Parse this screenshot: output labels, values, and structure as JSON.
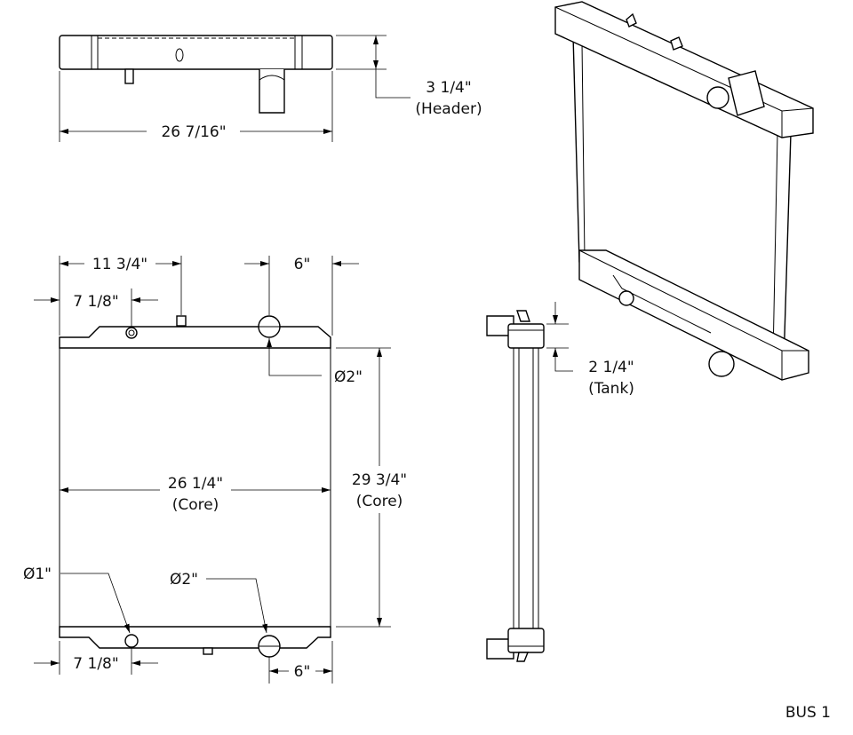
{
  "drawing": {
    "title": "BUS 1",
    "top_view": {
      "width_label": "26 7/16\"",
      "header_label": "3 1/4\"",
      "header_note": "(Header)"
    },
    "front_view": {
      "inlet_offset_label": "11 3/4\"",
      "right_offset_top_label": "6\"",
      "left_offset_top_label": "7 1/8\"",
      "top_outlet_dia_label": "Ø2\"",
      "core_width_label": "26 1/4\"",
      "core_width_note": "(Core)",
      "core_height_label": "29 3/4\"",
      "core_height_note": "(Core)",
      "drain_dia_label": "Ø1\"",
      "bottom_outlet_dia_label": "Ø2\"",
      "left_offset_bottom_label": "7 1/8\"",
      "right_offset_bottom_label": "6\""
    },
    "side_view": {
      "tank_label": "2 1/4\"",
      "tank_note": "(Tank)"
    }
  }
}
